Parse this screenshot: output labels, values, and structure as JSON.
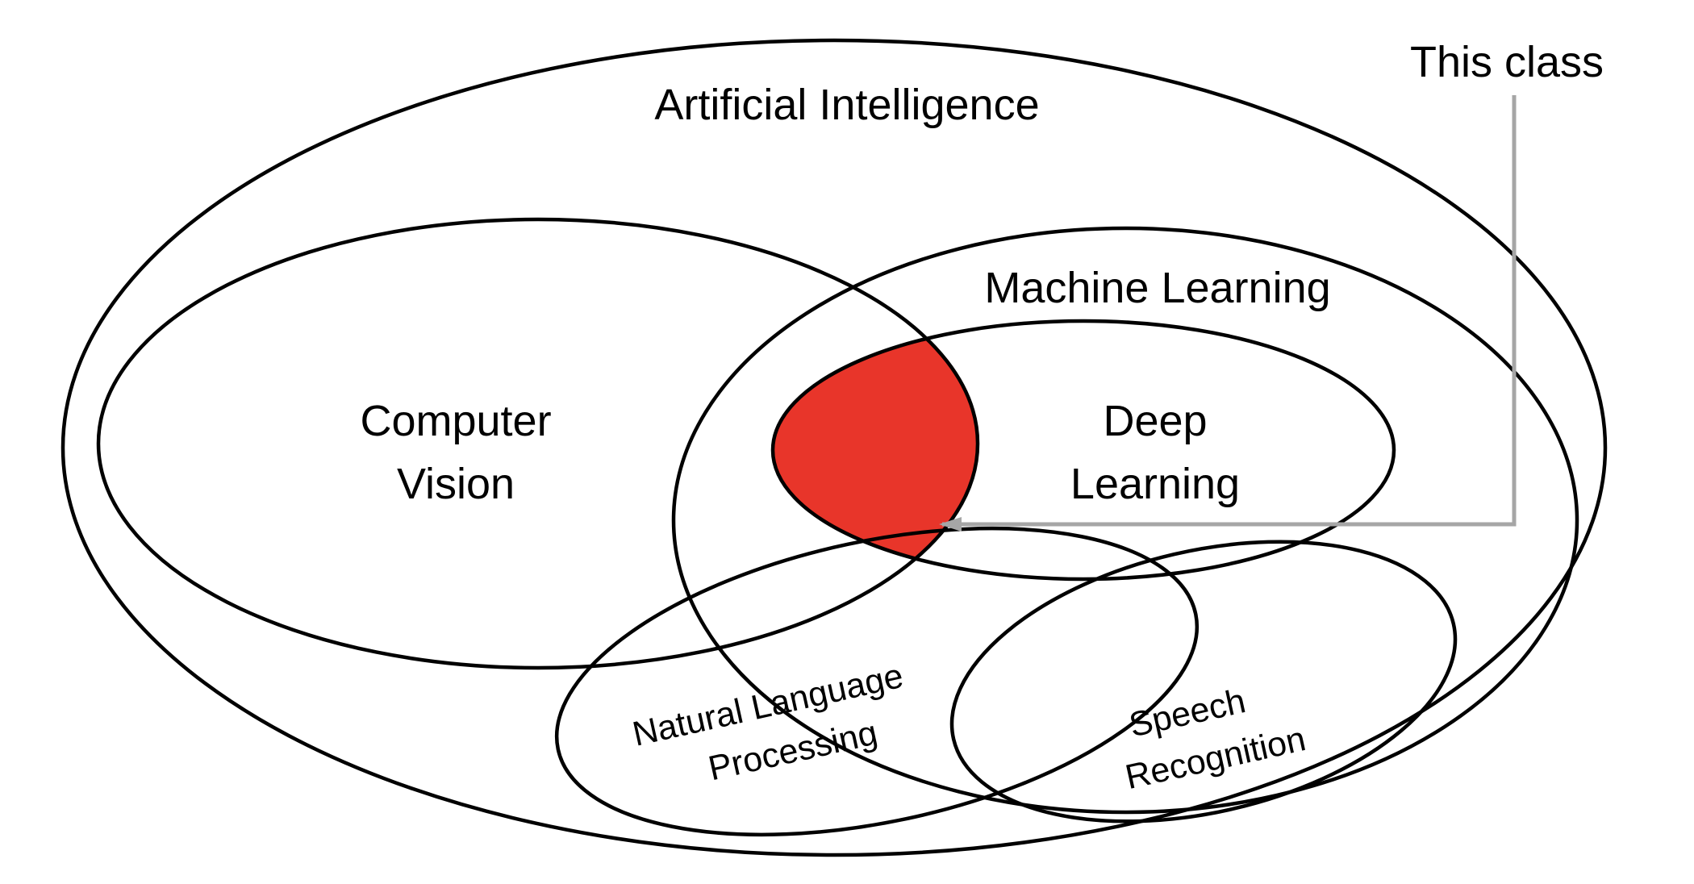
{
  "diagram": {
    "type": "venn",
    "colors": {
      "outline": "#000000",
      "highlight": "#e8352a",
      "arrow": "#a6a6a6",
      "text": "#000000"
    },
    "sets": {
      "ai": {
        "label": "Artificial Intelligence"
      },
      "ml": {
        "label": "Machine Learning"
      },
      "cv": {
        "line1": "Computer",
        "line2": "Vision"
      },
      "dl": {
        "line1": "Deep",
        "line2": "Learning"
      },
      "nlp": {
        "line1": "Natural Language",
        "line2": "Processing"
      },
      "sr": {
        "line1": "Speech",
        "line2": "Recognition"
      }
    },
    "annotation": {
      "label": "This class",
      "target": "red highlighted intersection of Computer Vision, Machine Learning and Deep Learning"
    }
  }
}
